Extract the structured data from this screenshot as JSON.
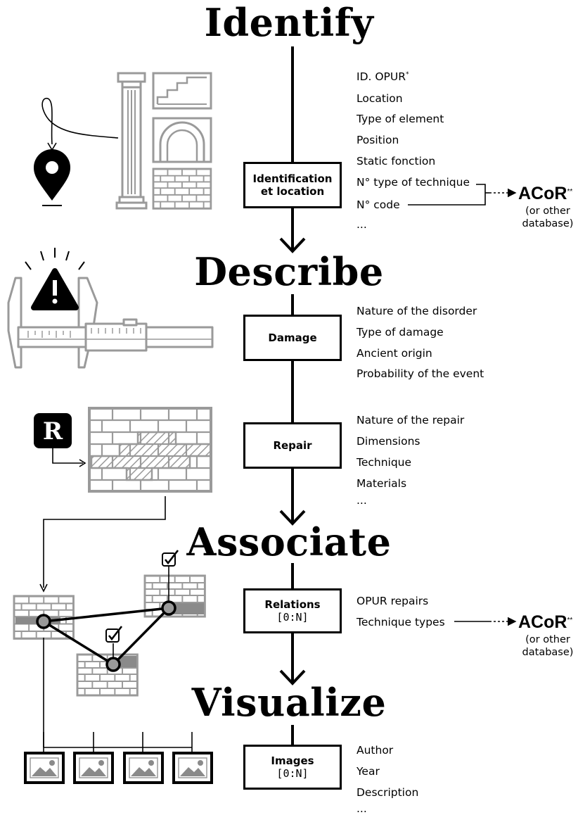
{
  "steps": {
    "identify": {
      "heading": "Identify",
      "box_title": "Identification et location",
      "attributes": [
        "ID. OPUR",
        "Location",
        "Type of element",
        "Position",
        "Static fonction",
        "N° type of technique",
        "N° code",
        "..."
      ],
      "id_marker": "*"
    },
    "describe": {
      "heading": "Describe",
      "damage_box": "Damage",
      "damage_attributes": [
        "Nature  of the disorder",
        "Type of damage",
        "Ancient origin",
        "Probability of the event"
      ],
      "repair_box": "Repair",
      "repair_attributes": [
        "Nature of the repair",
        "Dimensions",
        "Technique",
        "Materials",
        "..."
      ]
    },
    "associate": {
      "heading": "Associate",
      "box_title": "Relations",
      "box_cardinality": "[0:N]",
      "attributes": [
        "OPUR repairs",
        "Technique types"
      ]
    },
    "visualize": {
      "heading": "Visualize",
      "box_title": "Images",
      "box_cardinality": "[0:N]",
      "attributes": [
        "Author",
        "Year",
        "Description",
        "..."
      ]
    }
  },
  "database": {
    "name": "ACoR",
    "marker": "**",
    "note_line1": "(or other",
    "note_line2": "database)"
  },
  "illustrations": {
    "repair_letter": "R",
    "icons": [
      "location-pin-icon",
      "column-icon",
      "stairs-icon",
      "arch-icon",
      "brick-wall-icon",
      "warning-icon",
      "caliper-icon",
      "repair-badge-icon",
      "repaired-wall-icon",
      "checkbox-icon",
      "image-icon"
    ]
  }
}
